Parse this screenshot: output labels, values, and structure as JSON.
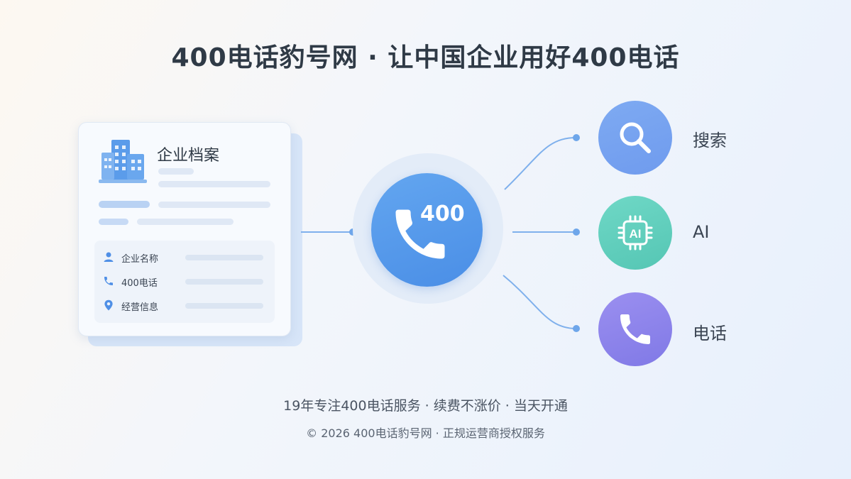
{
  "title": "400电话豹号网 · 让中国企业用好400电话",
  "card": {
    "heading": "企业档案",
    "rows": [
      {
        "label": "企业名称",
        "icon": "person-icon"
      },
      {
        "label": "400电话",
        "icon": "phone-icon"
      },
      {
        "label": "经营信息",
        "icon": "location-pin-icon"
      }
    ]
  },
  "center": {
    "number": "400",
    "icon": "phone-icon"
  },
  "nodes": [
    {
      "label": "搜索",
      "icon": "magnifier-icon"
    },
    {
      "label": "AI",
      "icon": "ai-chip-icon",
      "chip_text": "AI"
    },
    {
      "label": "电话",
      "icon": "phone-icon"
    }
  ],
  "footer": {
    "line1": "19年专注400电话服务 · 续费不涨价 · 当天开通",
    "line2": "© 2026 400电话豹号网 · 正规运营商授权服务"
  },
  "colors": {
    "core_blue": "#4a8ee6",
    "search_node": "#7eaaf2",
    "ai_node": "#55c6b4",
    "phone_node": "#8079e6",
    "connector": "#6ea6ea"
  }
}
